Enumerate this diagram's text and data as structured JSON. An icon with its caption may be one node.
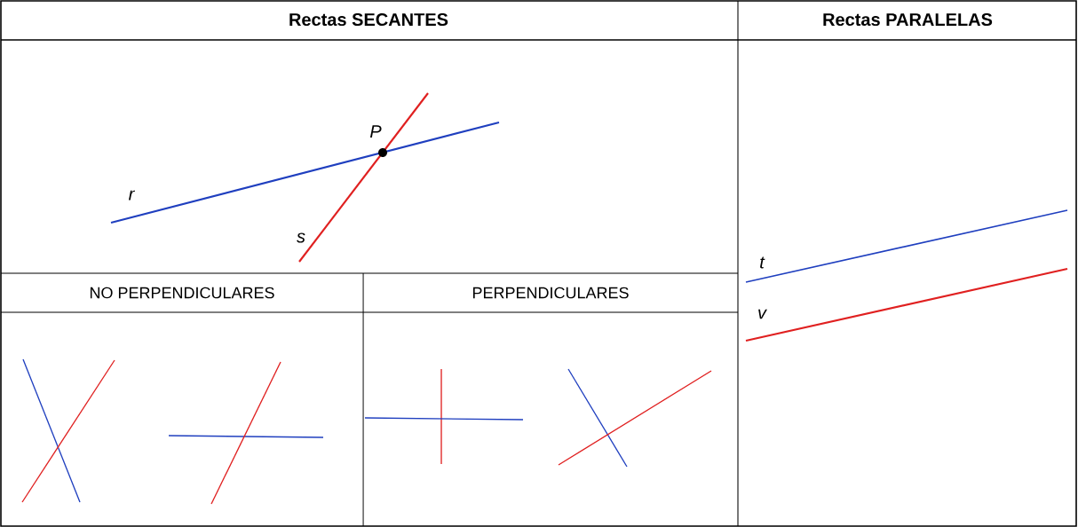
{
  "diagram": {
    "labels": [
      "Rectas SECANTES",
      "Rectas PARALELAS",
      "P",
      "r",
      "s",
      "t",
      "NO PERPENDICULARES",
      "PERPENDICULARES",
      "v"
    ]
  }
}
